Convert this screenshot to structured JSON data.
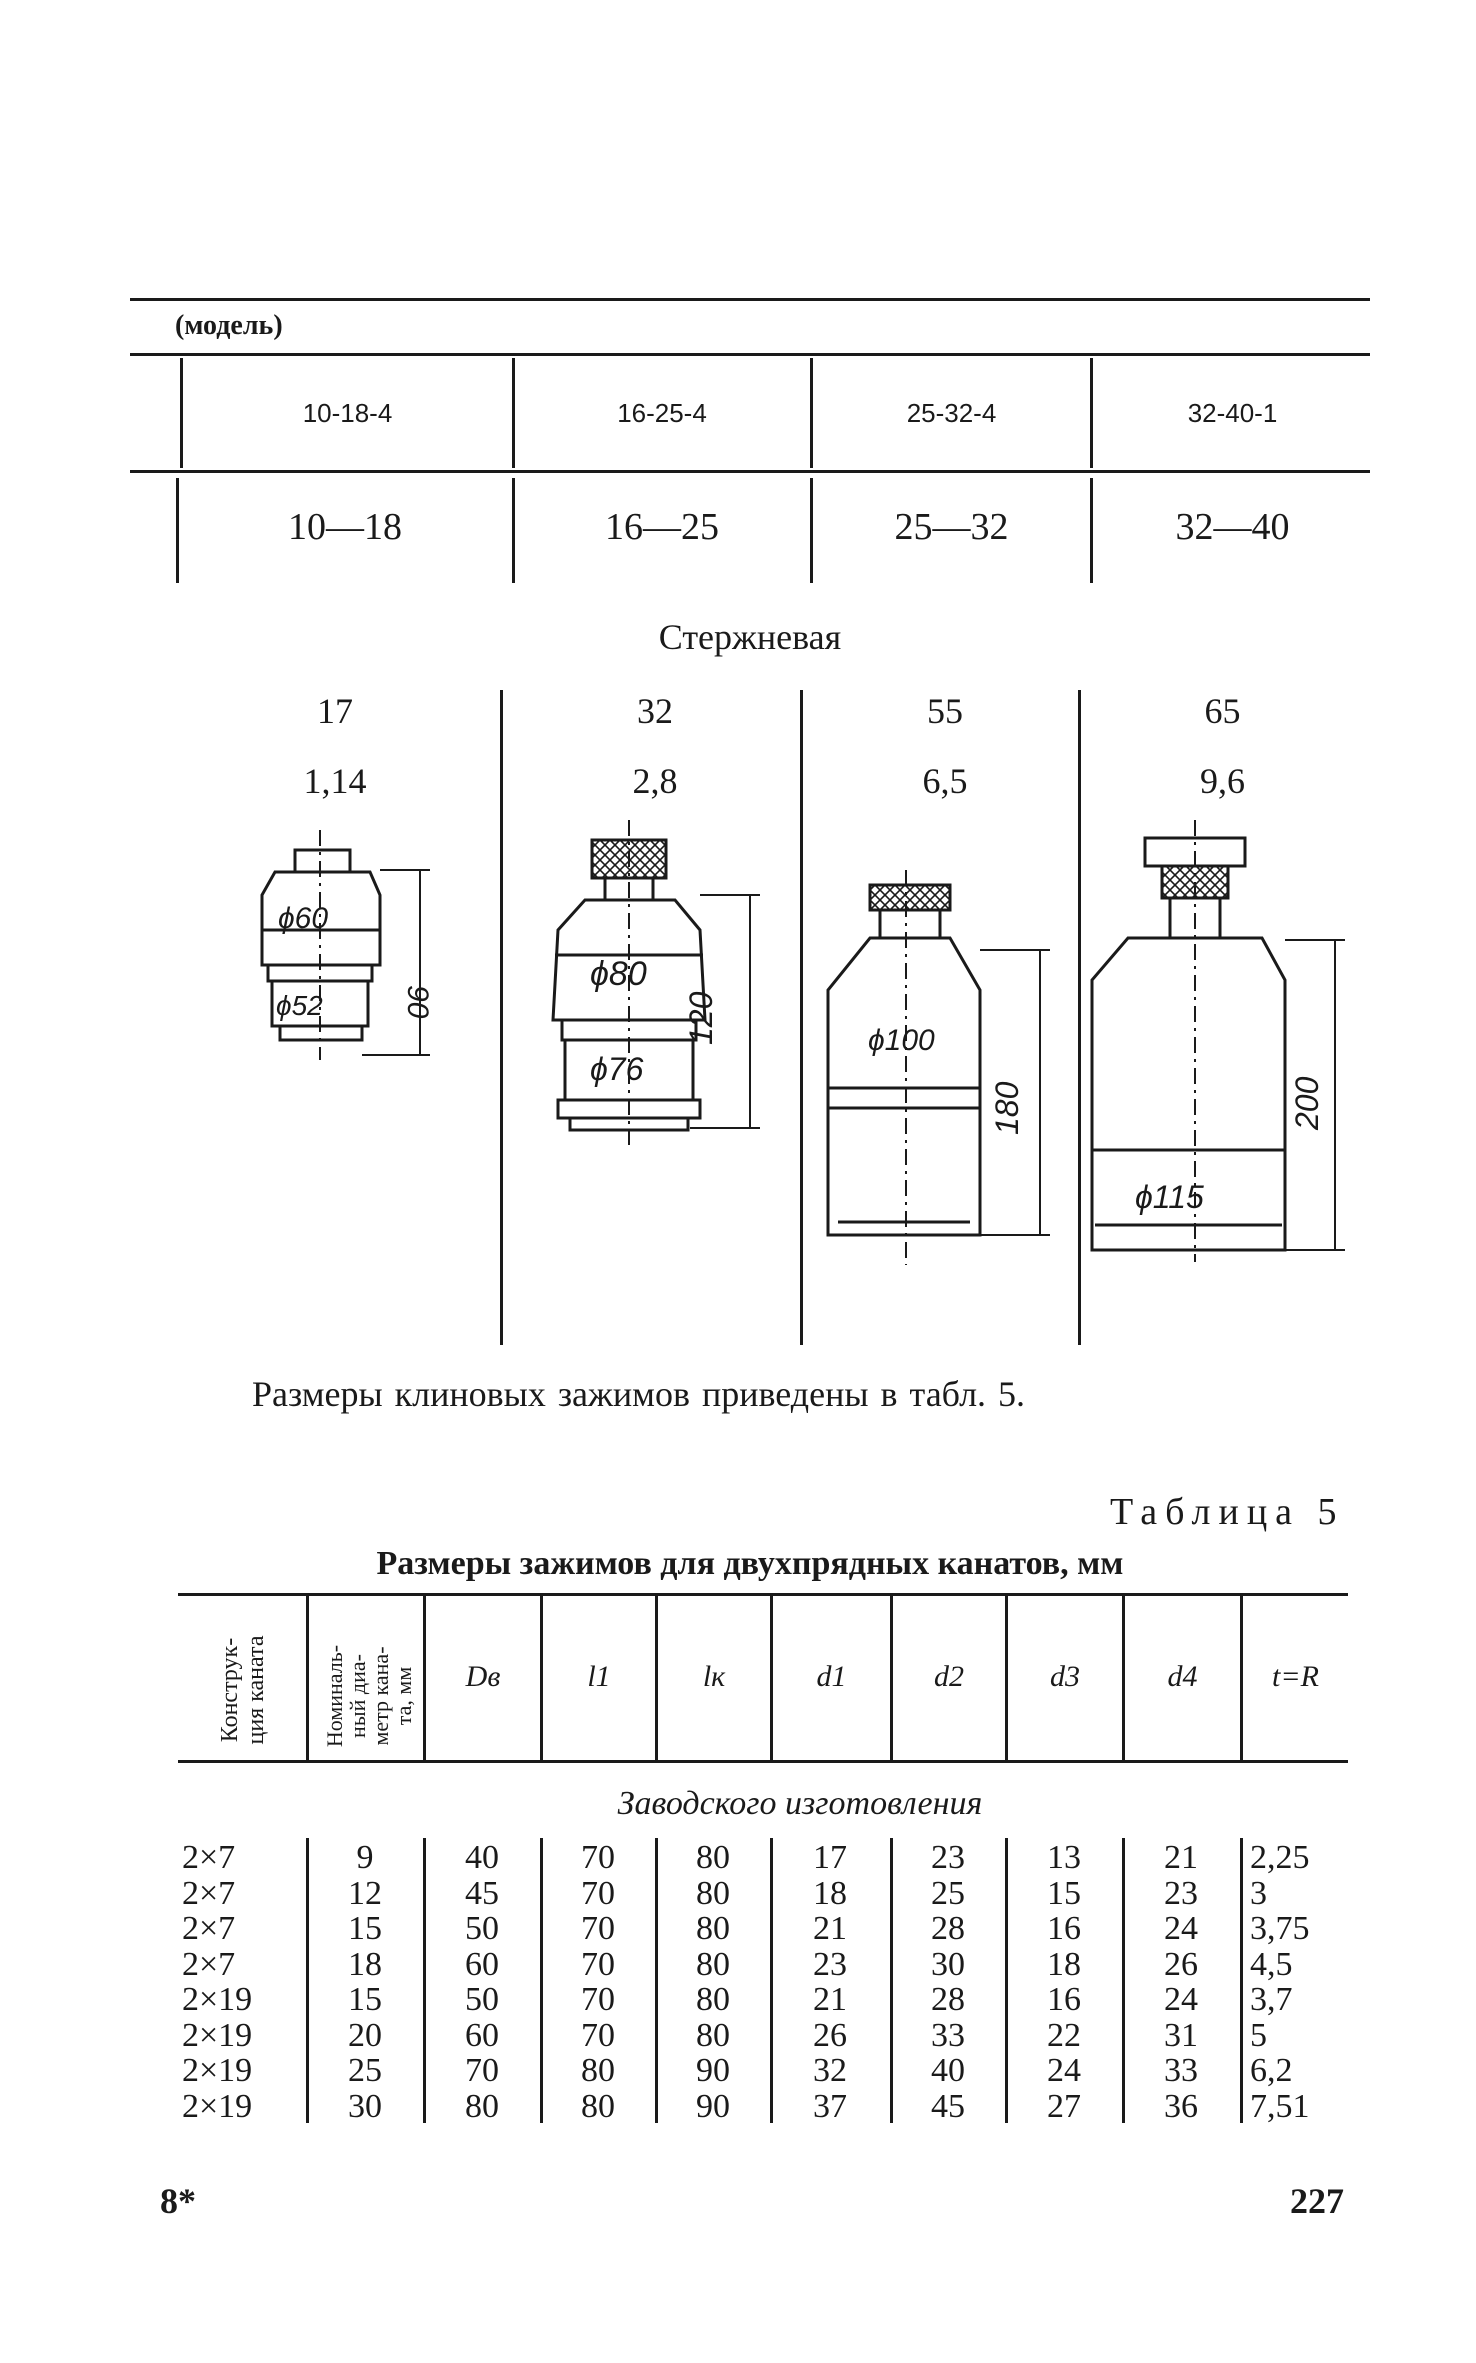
{
  "top_table": {
    "model_label": "(модель)",
    "models": [
      "10-18-4",
      "16-25-4",
      "25-32-4",
      "32-40-1"
    ],
    "ranges": [
      "10—18",
      "16—25",
      "25—32",
      "32—40"
    ],
    "section_title": "Стержневая",
    "row_a": [
      "17",
      "32",
      "55",
      "65"
    ],
    "row_b": [
      "1,14",
      "2,8",
      "6,5",
      "9,6"
    ]
  },
  "drawings": [
    {
      "d_top": "ϕ60",
      "d_bottom": "ϕ52",
      "height": "90"
    },
    {
      "d_top": "ϕ80",
      "d_bottom": "ϕ76",
      "height": "120"
    },
    {
      "d_top": "ϕ100",
      "height": "180"
    },
    {
      "d_top": "ϕ115",
      "height": "200"
    }
  ],
  "paragraph": "Размеры клиновых зажимов приведены в табл. 5.",
  "table5": {
    "label": "Таблица 5",
    "title": "Размеры зажимов для двухпрядных канатов, мм",
    "headers": {
      "construction": [
        "Конструк-",
        "ция каната"
      ],
      "nominal": [
        "Номиналь-",
        "ный диа-",
        "метр кана-",
        "та, мм"
      ],
      "Dv": "Dв",
      "l1": "l1",
      "lk": "lк",
      "d1": "d1",
      "d2": "d2",
      "d3": "d3",
      "d4": "d4",
      "tR": "t=R"
    },
    "subtitle": "Заводского изготовления",
    "rows": [
      [
        "2×7",
        "9",
        "40",
        "70",
        "80",
        "17",
        "23",
        "13",
        "21",
        "2,25"
      ],
      [
        "2×7",
        "12",
        "45",
        "70",
        "80",
        "18",
        "25",
        "15",
        "23",
        "3"
      ],
      [
        "2×7",
        "15",
        "50",
        "70",
        "80",
        "21",
        "28",
        "16",
        "24",
        "3,75"
      ],
      [
        "2×7",
        "18",
        "60",
        "70",
        "80",
        "23",
        "30",
        "18",
        "26",
        "4,5"
      ],
      [
        "2×19",
        "15",
        "50",
        "70",
        "80",
        "21",
        "28",
        "16",
        "24",
        "3,7"
      ],
      [
        "2×19",
        "20",
        "60",
        "70",
        "80",
        "26",
        "33",
        "22",
        "31",
        "5"
      ],
      [
        "2×19",
        "25",
        "70",
        "80",
        "90",
        "32",
        "40",
        "24",
        "33",
        "6,2"
      ],
      [
        "2×19",
        "30",
        "80",
        "80",
        "90",
        "37",
        "45",
        "27",
        "36",
        "7,51"
      ]
    ]
  },
  "footer": {
    "left": "8*",
    "right": "227"
  }
}
